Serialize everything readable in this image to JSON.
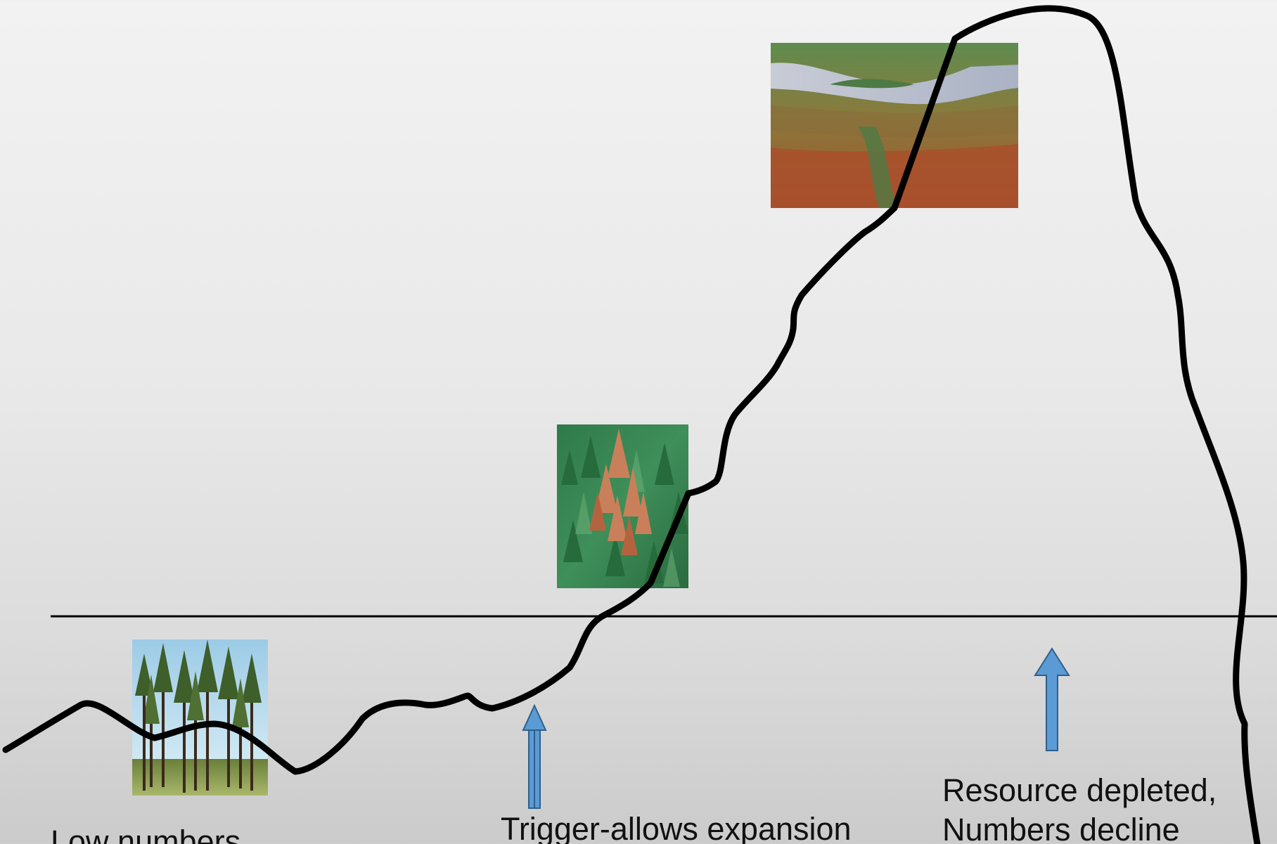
{
  "captions": {
    "low_numbers": "Low numbers",
    "trigger": "Trigger-allows expansion",
    "depleted_line1": "Resource depleted,",
    "depleted_line2": "Numbers decline"
  },
  "photos": [
    {
      "name": "open-pine-forest-photo",
      "depicts": "healthy open pine stand"
    },
    {
      "name": "patchy-infested-forest-photo",
      "depicts": "green forest with patches of red dead trees"
    },
    {
      "name": "widespread-mortality-photo",
      "depicts": "aerial view of lake with extensive red dead forest"
    }
  ],
  "colors": {
    "curve": "#000000",
    "threshold_line": "#000000",
    "arrow_fill": "#5b9bd5",
    "arrow_stroke": "#2f5f8a",
    "background_top": "#f2f2f2",
    "background_bottom": "#cbcbcb"
  }
}
